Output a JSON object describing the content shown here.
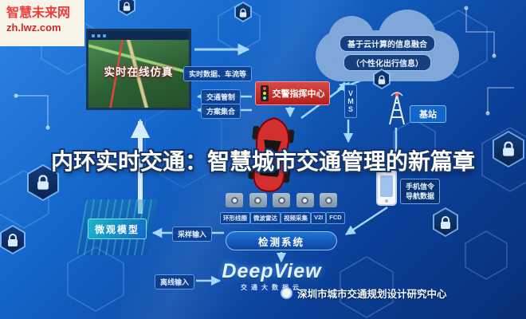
{
  "watermark": {
    "site_name": "智慧未来网",
    "site_url": "zh.lwz.com"
  },
  "headline": {
    "text": "内环实时交通：智慧城市交通管理的新篇章"
  },
  "map_panel": {
    "label": "实时在线仿真"
  },
  "cloud": {
    "line1": "基于云计算的信息融合",
    "line2": "（个性化出行信息）"
  },
  "flow_labels": {
    "realtime_data": "实时数据、车流等",
    "traffic_control": "交通管制",
    "plan_set": "方案集合",
    "sample_input": "采样输入",
    "offline_input": "离线输入"
  },
  "nodes": {
    "command_center": "交警指挥中心",
    "vms": "VMS",
    "base_station": "基站",
    "phone_line1": "手机信令",
    "phone_line2": "导航数据",
    "micro_model": "微观模型",
    "detection_system": "检测系统"
  },
  "detectors": [
    {
      "label": "环形线圈"
    },
    {
      "label": "微波雷达"
    },
    {
      "label": "视频采集"
    },
    {
      "label": "V2I"
    },
    {
      "label": "FCD"
    }
  ],
  "branding": {
    "logo": "DeepView",
    "logo_sub": "交通大数据云",
    "credit": "深圳市城市交通规划设计研究中心"
  },
  "colors": {
    "accent_red": "#c62828",
    "primary_blue": "#1266c9",
    "deep_navy": "#0d47a1",
    "cloud_blue": "#7fa7d9",
    "background_top": "#2f84e4",
    "background_bottom": "#082f74",
    "watermark_red": "#f03c3c"
  }
}
